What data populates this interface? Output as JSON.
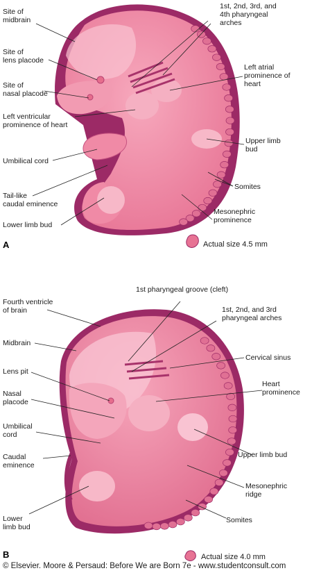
{
  "figure": {
    "panel_a": {
      "panel_label": "A",
      "labels": {
        "midbrain": [
          "Site of",
          "midbrain"
        ],
        "lens": [
          "Site of",
          "lens placode"
        ],
        "nasal": [
          "Site of",
          "nasal placode"
        ],
        "ventricular": [
          "Left ventricular",
          "prominence of heart"
        ],
        "umbilical": [
          "Umbilical cord"
        ],
        "tail": [
          "Tail-like",
          "caudal eminence"
        ],
        "lower_limb": [
          "Lower limb bud"
        ],
        "arches": [
          "1st, 2nd, 3rd, and",
          "4th pharyngeal",
          "arches"
        ],
        "atrial": [
          "Left atrial",
          "prominence of",
          "heart"
        ],
        "upper_limb": [
          "Upper limb",
          "bud"
        ],
        "somites": [
          "Somites"
        ],
        "mesonephric": [
          "Mesonephric",
          "prominence"
        ]
      },
      "actual_size": "Actual size 4.5 mm"
    },
    "panel_b": {
      "panel_label": "B",
      "labels": {
        "fourth_ventricle": [
          "Fourth ventricle",
          "of brain"
        ],
        "midbrain": [
          "Midbrain"
        ],
        "lens_pit": [
          "Lens pit"
        ],
        "nasal": [
          "Nasal",
          "placode"
        ],
        "umbilical": [
          "Umbilical",
          "cord"
        ],
        "caudal": [
          "Caudal",
          "eminence"
        ],
        "lower_limb": [
          "Lower",
          "limb bud"
        ],
        "groove": [
          "1st pharyngeal groove (cleft)"
        ],
        "arches": [
          "1st, 2nd, and 3rd",
          "pharyngeal arches"
        ],
        "cervical": [
          "Cervical sinus"
        ],
        "heart": [
          "Heart",
          "prominence"
        ],
        "upper_limb": [
          "Upper limb bud"
        ],
        "mesonephric": [
          "Mesonephric",
          "ridge"
        ],
        "somites": [
          "Somites"
        ]
      },
      "actual_size": "Actual size 4.0 mm"
    }
  },
  "copyright": "© Elsevier. Moore & Persaud: Before We are Born 7e - www.studentconsult.com",
  "colors": {
    "body": "#f08aa6",
    "light": "#f9c3d2",
    "dark": "#9c2a66",
    "somite": "#e07094"
  }
}
